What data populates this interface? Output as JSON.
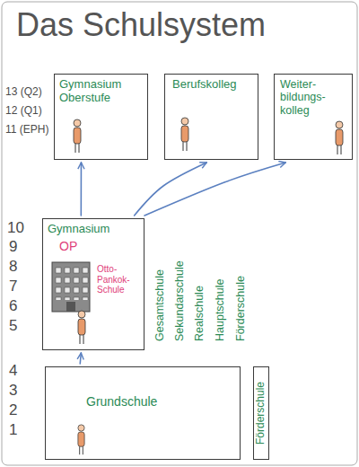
{
  "diagram": {
    "title": "Das Schulsystem",
    "nodes": [
      {
        "text": [
          "Gymnasium Oberstufe"
        ]
      },
      {
        "text": [
          "Berufskolleg"
        ]
      },
      {
        "text": [
          "Weiter- bildungs- kolleg"
        ]
      },
      {
        "text": [
          "Gymnasium",
          "OP",
          "Otto- Pankok- Schule"
        ]
      },
      {
        "text": [
          "Grundschule"
        ]
      },
      {
        "text": [
          "Förderschule"
        ]
      }
    ],
    "edges": [
      {
        "from": 3,
        "to": 0,
        "arrow": "to"
      },
      {
        "from": 3,
        "to": 1,
        "arrow": "to"
      },
      {
        "from": 3,
        "to": 2,
        "arrow": "to"
      },
      {
        "from": 4,
        "to": 3,
        "arrow": "to"
      }
    ],
    "labels": [
      "13 (Q2)",
      "12 (Q1)",
      "11 (EPH)",
      "10",
      "9",
      "8",
      "7",
      "6",
      "5",
      "4",
      "3",
      "2",
      "1",
      "Gesamtschule",
      "Sekundarschule",
      "Realschule",
      "Hauptschule",
      "Förderschule"
    ]
  }
}
